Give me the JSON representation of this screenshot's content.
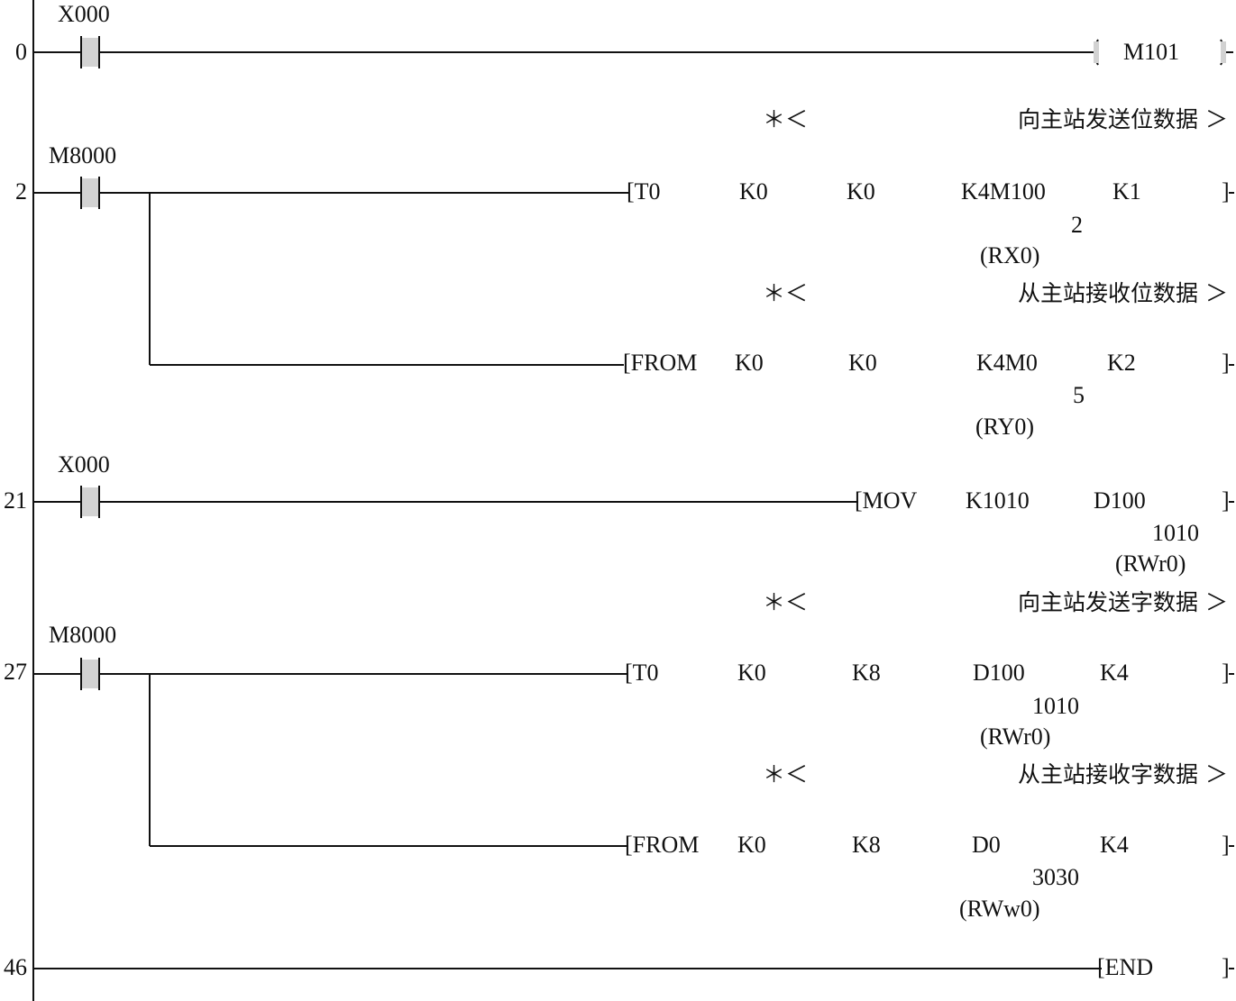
{
  "rungs": [
    {
      "step": "0",
      "contact": "X000",
      "instr": {
        "parts": [
          "(",
          "M101",
          ")"
        ]
      }
    },
    {
      "step": "2",
      "contact": "M8000",
      "comment1": {
        "marker": "＊＜",
        "text": "向主站发送位数据 ＞"
      },
      "instr1": {
        "parts": [
          "[T0",
          "K0",
          "K0",
          "K4M100",
          "K1",
          "]"
        ],
        "value": "2",
        "tag": "(RX0)"
      },
      "comment2": {
        "marker": "＊＜",
        "text": "从主站接收位数据 ＞"
      },
      "instr2": {
        "parts": [
          "[FROM",
          "K0",
          "K0",
          "K4M0",
          "K2",
          "]"
        ],
        "value": "5",
        "tag": "(RY0)"
      }
    },
    {
      "step": "21",
      "contact": "X000",
      "instr": {
        "parts": [
          "[MOV",
          "K1010",
          "D100",
          "]"
        ],
        "value": "1010",
        "tag": "(RWr0)"
      }
    },
    {
      "step": "27",
      "contact": "M8000",
      "comment1": {
        "marker": "＊＜",
        "text": "向主站发送字数据 ＞"
      },
      "instr1": {
        "parts": [
          "[T0",
          "K0",
          "K8",
          "D100",
          "K4",
          "]"
        ],
        "value": "1010",
        "tag": "(RWr0)"
      },
      "comment2": {
        "marker": "＊＜",
        "text": "从主站接收字数据 ＞"
      },
      "instr2": {
        "parts": [
          "[FROM",
          "K0",
          "K8",
          "D0",
          "K4",
          "]"
        ],
        "value": "3030",
        "tag": "(RWw0)"
      }
    },
    {
      "step": "46",
      "instr": {
        "parts": [
          "[END",
          "]"
        ]
      }
    }
  ]
}
